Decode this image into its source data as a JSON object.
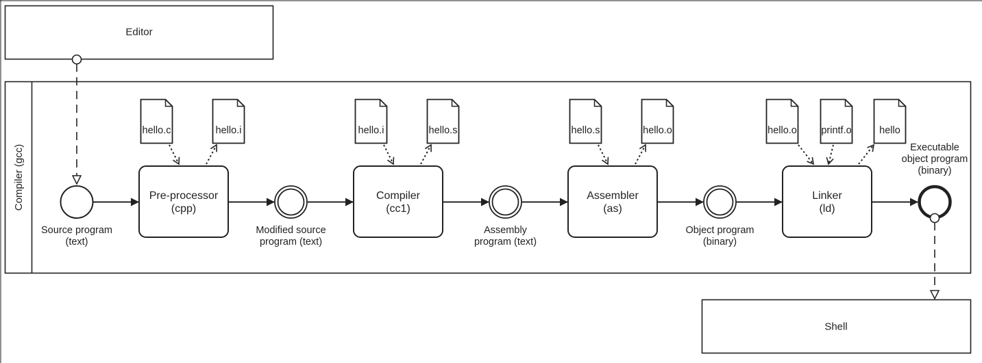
{
  "colors": {
    "stroke": "#222222",
    "background": "#ffffff"
  },
  "pools": {
    "editor": {
      "label": "Editor"
    },
    "compiler": {
      "label": "Compiler (gcc)"
    },
    "shell": {
      "label": "Shell"
    }
  },
  "events": {
    "start": {
      "line1": "Source program",
      "line2": "(text)"
    },
    "modified": {
      "line1": "Modified source",
      "line2": "program (text)"
    },
    "assembly": {
      "line1": "Assembly",
      "line2": "program (text)"
    },
    "object": {
      "line1": "Object program",
      "line2": "(binary)"
    },
    "end": {
      "line1": "Executable",
      "line2": "object program",
      "line3": "(binary)"
    }
  },
  "tasks": {
    "preprocessor": {
      "line1": "Pre-processor",
      "line2": "(cpp)"
    },
    "compiler": {
      "line1": "Compiler",
      "line2": "(cc1)"
    },
    "assembler": {
      "line1": "Assembler",
      "line2": "(as)"
    },
    "linker": {
      "line1": "Linker",
      "line2": "(ld)"
    }
  },
  "files": {
    "pre_in": "hello.c",
    "pre_out": "hello.i",
    "cc1_in": "hello.i",
    "cc1_out": "hello.s",
    "as_in": "hello.s",
    "as_out": "hello.o",
    "ld_in1": "hello.o",
    "ld_in2": "printf.o",
    "ld_out": "hello"
  }
}
